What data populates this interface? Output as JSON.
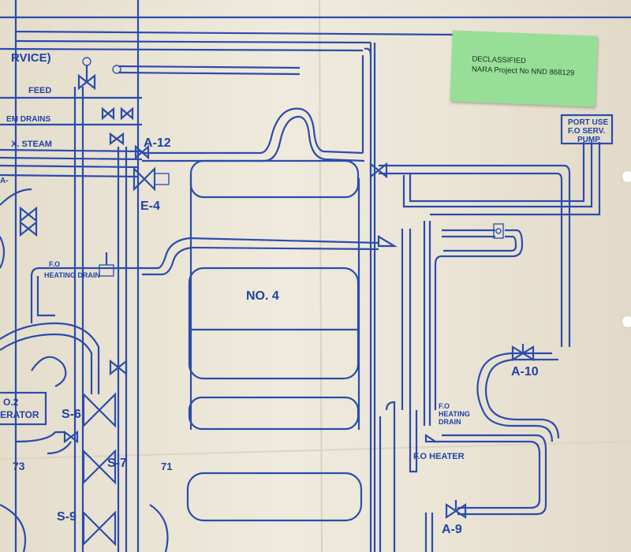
{
  "stamp": {
    "line1": "DECLASSIFIED",
    "line2": "NARA Project No  NND 868129"
  },
  "labels": {
    "service": "RVICE)",
    "feed": "FEED",
    "stem_drains": "EM DRAINS",
    "aux_steam": "X. STEAM",
    "a12": "A-12",
    "e4": "E-4",
    "fo_heating_drain_left_1": "F.O",
    "fo_heating_drain_left_2": "HEATING  DRAIN",
    "no4": "NO. 4",
    "port_use_1": "PORT USE",
    "port_use_2": "F.O SERV.",
    "port_use_3": "PUMP",
    "a10": "A-10",
    "fo_heating_drain_right_1": "F.O",
    "fo_heating_drain_right_2": "HEATING",
    "fo_heating_drain_right_3": "DRAIN",
    "fo_heater": "F.O HEATER",
    "s6": "S-6",
    "s7": "S-7",
    "s9": "S-9",
    "a9": "A-9",
    "n73": "73",
    "n71": "71",
    "o2": "O.2",
    "erator": "ERATOR",
    "a_left": "A-"
  },
  "colors": {
    "ink": "#2a4cad",
    "paper": "#ece6d8",
    "stamp": "#97df97"
  }
}
